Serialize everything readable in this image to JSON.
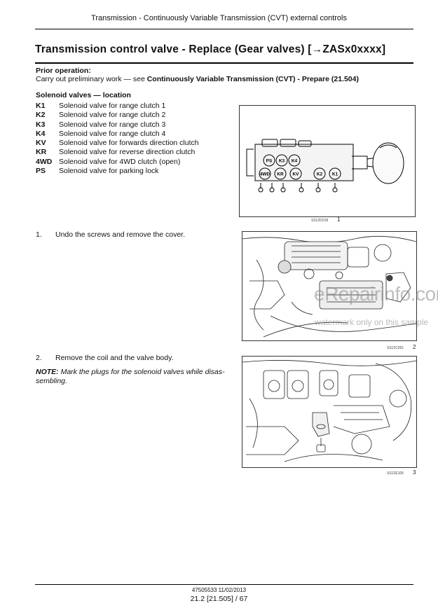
{
  "header": {
    "text": "Transmission - Continuously Variable Transmission (CVT) external controls"
  },
  "title": "Transmission control valve - Replace (Gear valves) [→ZASx0xxxx]",
  "prior_operation": {
    "heading": "Prior operation:",
    "text_prefix": "Carry out preliminary work — see ",
    "text_bold": "Continuously Variable Transmission (CVT) - Prepare (21.504)"
  },
  "solenoid": {
    "heading": "Solenoid valves — location",
    "items": [
      {
        "code": "K1",
        "desc": "Solenoid valve for range clutch 1"
      },
      {
        "code": "K2",
        "desc": "Solenoid valve for range clutch 2"
      },
      {
        "code": "K3",
        "desc": "Solenoid valve for range clutch 3"
      },
      {
        "code": "K4",
        "desc": "Solenoid valve for range clutch 4"
      },
      {
        "code": "KV",
        "desc": "Solenoid valve for forwards direction clutch"
      },
      {
        "code": "KR",
        "desc": "Solenoid valve for reverse direction clutch"
      },
      {
        "code": "4WD",
        "desc": "Solenoid valve for 4WD clutch (open)"
      },
      {
        "code": "PS",
        "desc": "Solenoid valve for parking lock"
      }
    ]
  },
  "figures": [
    {
      "ref": "SS12D218",
      "num": "1",
      "labels": [
        "PS",
        "K3",
        "K4",
        "4WD",
        "KR",
        "KV",
        "K2",
        "K1"
      ]
    },
    {
      "ref": "SS12C001",
      "num": "2"
    },
    {
      "ref": "SS12E105",
      "num": "3"
    }
  ],
  "steps": [
    {
      "num": "1.",
      "text": "Undo the screws and remove the cover."
    },
    {
      "num": "2.",
      "text": "Remove the coil and the valve body."
    }
  ],
  "note": {
    "label": "NOTE:",
    "text": "Mark the plugs for the solenoid valves while disas-",
    "text2": "sembling."
  },
  "watermark": {
    "line1": "eRepairinfo.com",
    "line2": "watermark only on this sample"
  },
  "footer": {
    "docnum": "47505533 11/02/2013",
    "page": "21.2 [21.505] / 67"
  }
}
